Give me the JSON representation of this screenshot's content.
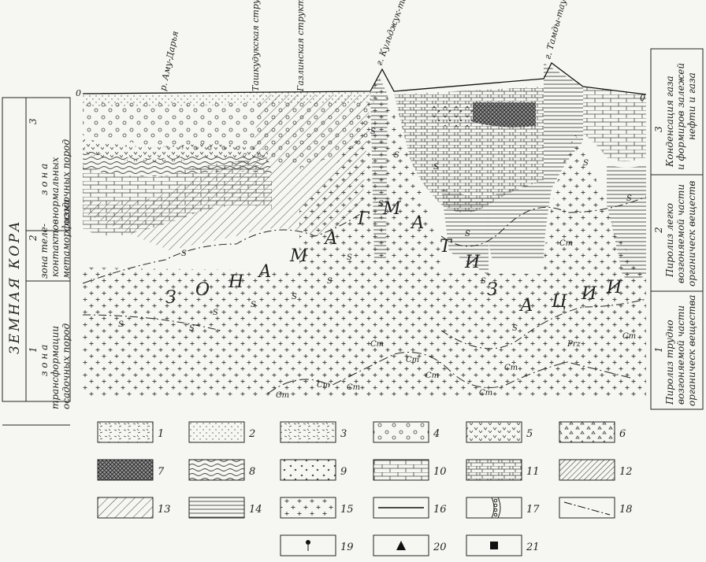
{
  "left_column": {
    "crust": "ЗЕМНАЯ КОРА",
    "zones": [
      {
        "num": "3",
        "line1": "з о н а",
        "line2": "нормальных",
        "line3": "осадочных пород"
      },
      {
        "num": "2",
        "line1": "зона теле-",
        "line2": "контактов",
        "line3": "метаморфизма"
      },
      {
        "num": "1",
        "line1": "з о н а",
        "line2": "трансформации",
        "line3": "осадочных пород"
      }
    ]
  },
  "right_column": {
    "items": [
      {
        "num": "3",
        "line1": "Конденсация газа",
        "line2": "и формиров залежей",
        "line3": "нефти и газа"
      },
      {
        "num": "2",
        "line1": "Пиролиз легко",
        "line2": "возгоняемой части",
        "line3": "органическ веществ"
      },
      {
        "num": "1",
        "line1": "Пиролиз трудно",
        "line2": "возгоняемой части",
        "line3": "органическ вещества"
      }
    ]
  },
  "profile": {
    "zero_left": "0",
    "zero_right": "0",
    "locations": [
      "р. Аму-Дарья",
      "Ташкудукская структура",
      "Газлинская структура",
      "г. Кульджук-тау",
      "г. Тамды-тау"
    ],
    "zone_letters": [
      "З",
      "О",
      "Н",
      "А",
      "М",
      "А",
      "Г",
      "М",
      "А",
      "Т",
      "И",
      "З",
      "А",
      "Ц",
      "И",
      "И"
    ],
    "s_marks": [
      "S",
      "S",
      "S",
      "S",
      "S",
      "S",
      "S",
      "S",
      "S",
      "S",
      "S",
      "S",
      "S",
      "S",
      "S",
      "S",
      "S"
    ],
    "cm_marks": [
      "Cm",
      "Cm",
      "Cm",
      "Cm",
      "Cm",
      "Cm",
      "Cm",
      "Cm",
      "Cm",
      "Cm"
    ],
    "prz_mark": "Prz"
  },
  "legend": {
    "items": [
      "1",
      "2",
      "3",
      "4",
      "5",
      "6",
      "7",
      "8",
      "9",
      "10",
      "11",
      "12",
      "13",
      "14",
      "15",
      "16",
      "17",
      "18",
      "19",
      "20",
      "21"
    ]
  }
}
